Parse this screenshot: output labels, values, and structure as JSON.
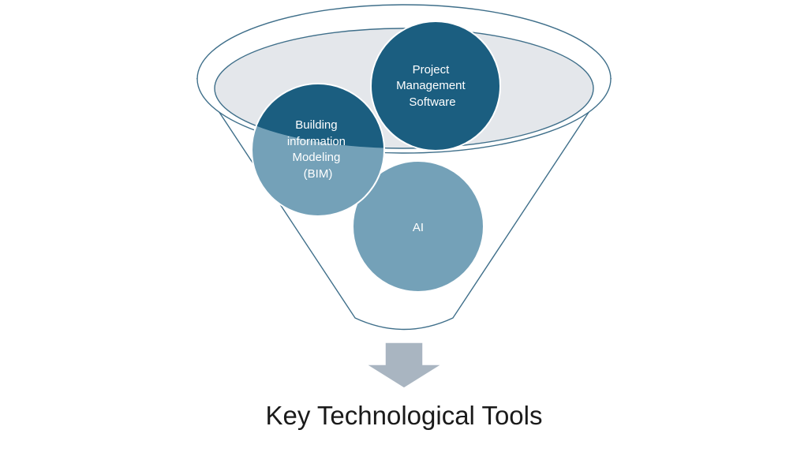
{
  "diagram": {
    "items": [
      {
        "lines": [
          "Project",
          "Management",
          "Software"
        ]
      },
      {
        "lines": [
          "Building",
          "information",
          "Modeling",
          "(BIM)"
        ]
      },
      {
        "lines": [
          "AI"
        ]
      }
    ],
    "caption": "Key Technological Tools"
  },
  "colors": {
    "funnel_outline": "#3f6f8a",
    "funnel_mouth_fill": "#e4e7eb",
    "circle_dark": "#1b5e80",
    "circle_light": "#74a1b8",
    "arrow": "#a9b5c1",
    "caption_text": "#1a1a1a"
  }
}
